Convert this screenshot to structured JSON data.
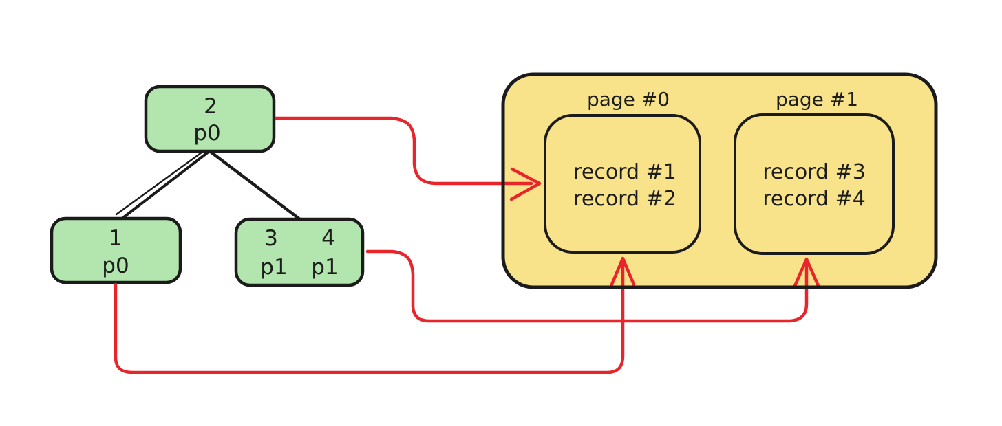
{
  "tree": {
    "root": {
      "key": "2",
      "pointer": "p0"
    },
    "leaf_left": {
      "key": "1",
      "pointer": "p0"
    },
    "leaf_right": {
      "keys": [
        "3",
        "4"
      ],
      "pointers": [
        "p1",
        "p1"
      ]
    }
  },
  "storage": {
    "pages": [
      {
        "label": "page #0",
        "records": [
          "record #1",
          "record #2"
        ]
      },
      {
        "label": "page #1",
        "records": [
          "record #3",
          "record #4"
        ]
      }
    ]
  },
  "colors": {
    "background": "#ffffff",
    "node_fill": "#b2e6ae",
    "page_fill": "#f8e38a",
    "outline": "#1b1b1b",
    "arrow": "#e8252b",
    "text": "#1d1d1d"
  }
}
